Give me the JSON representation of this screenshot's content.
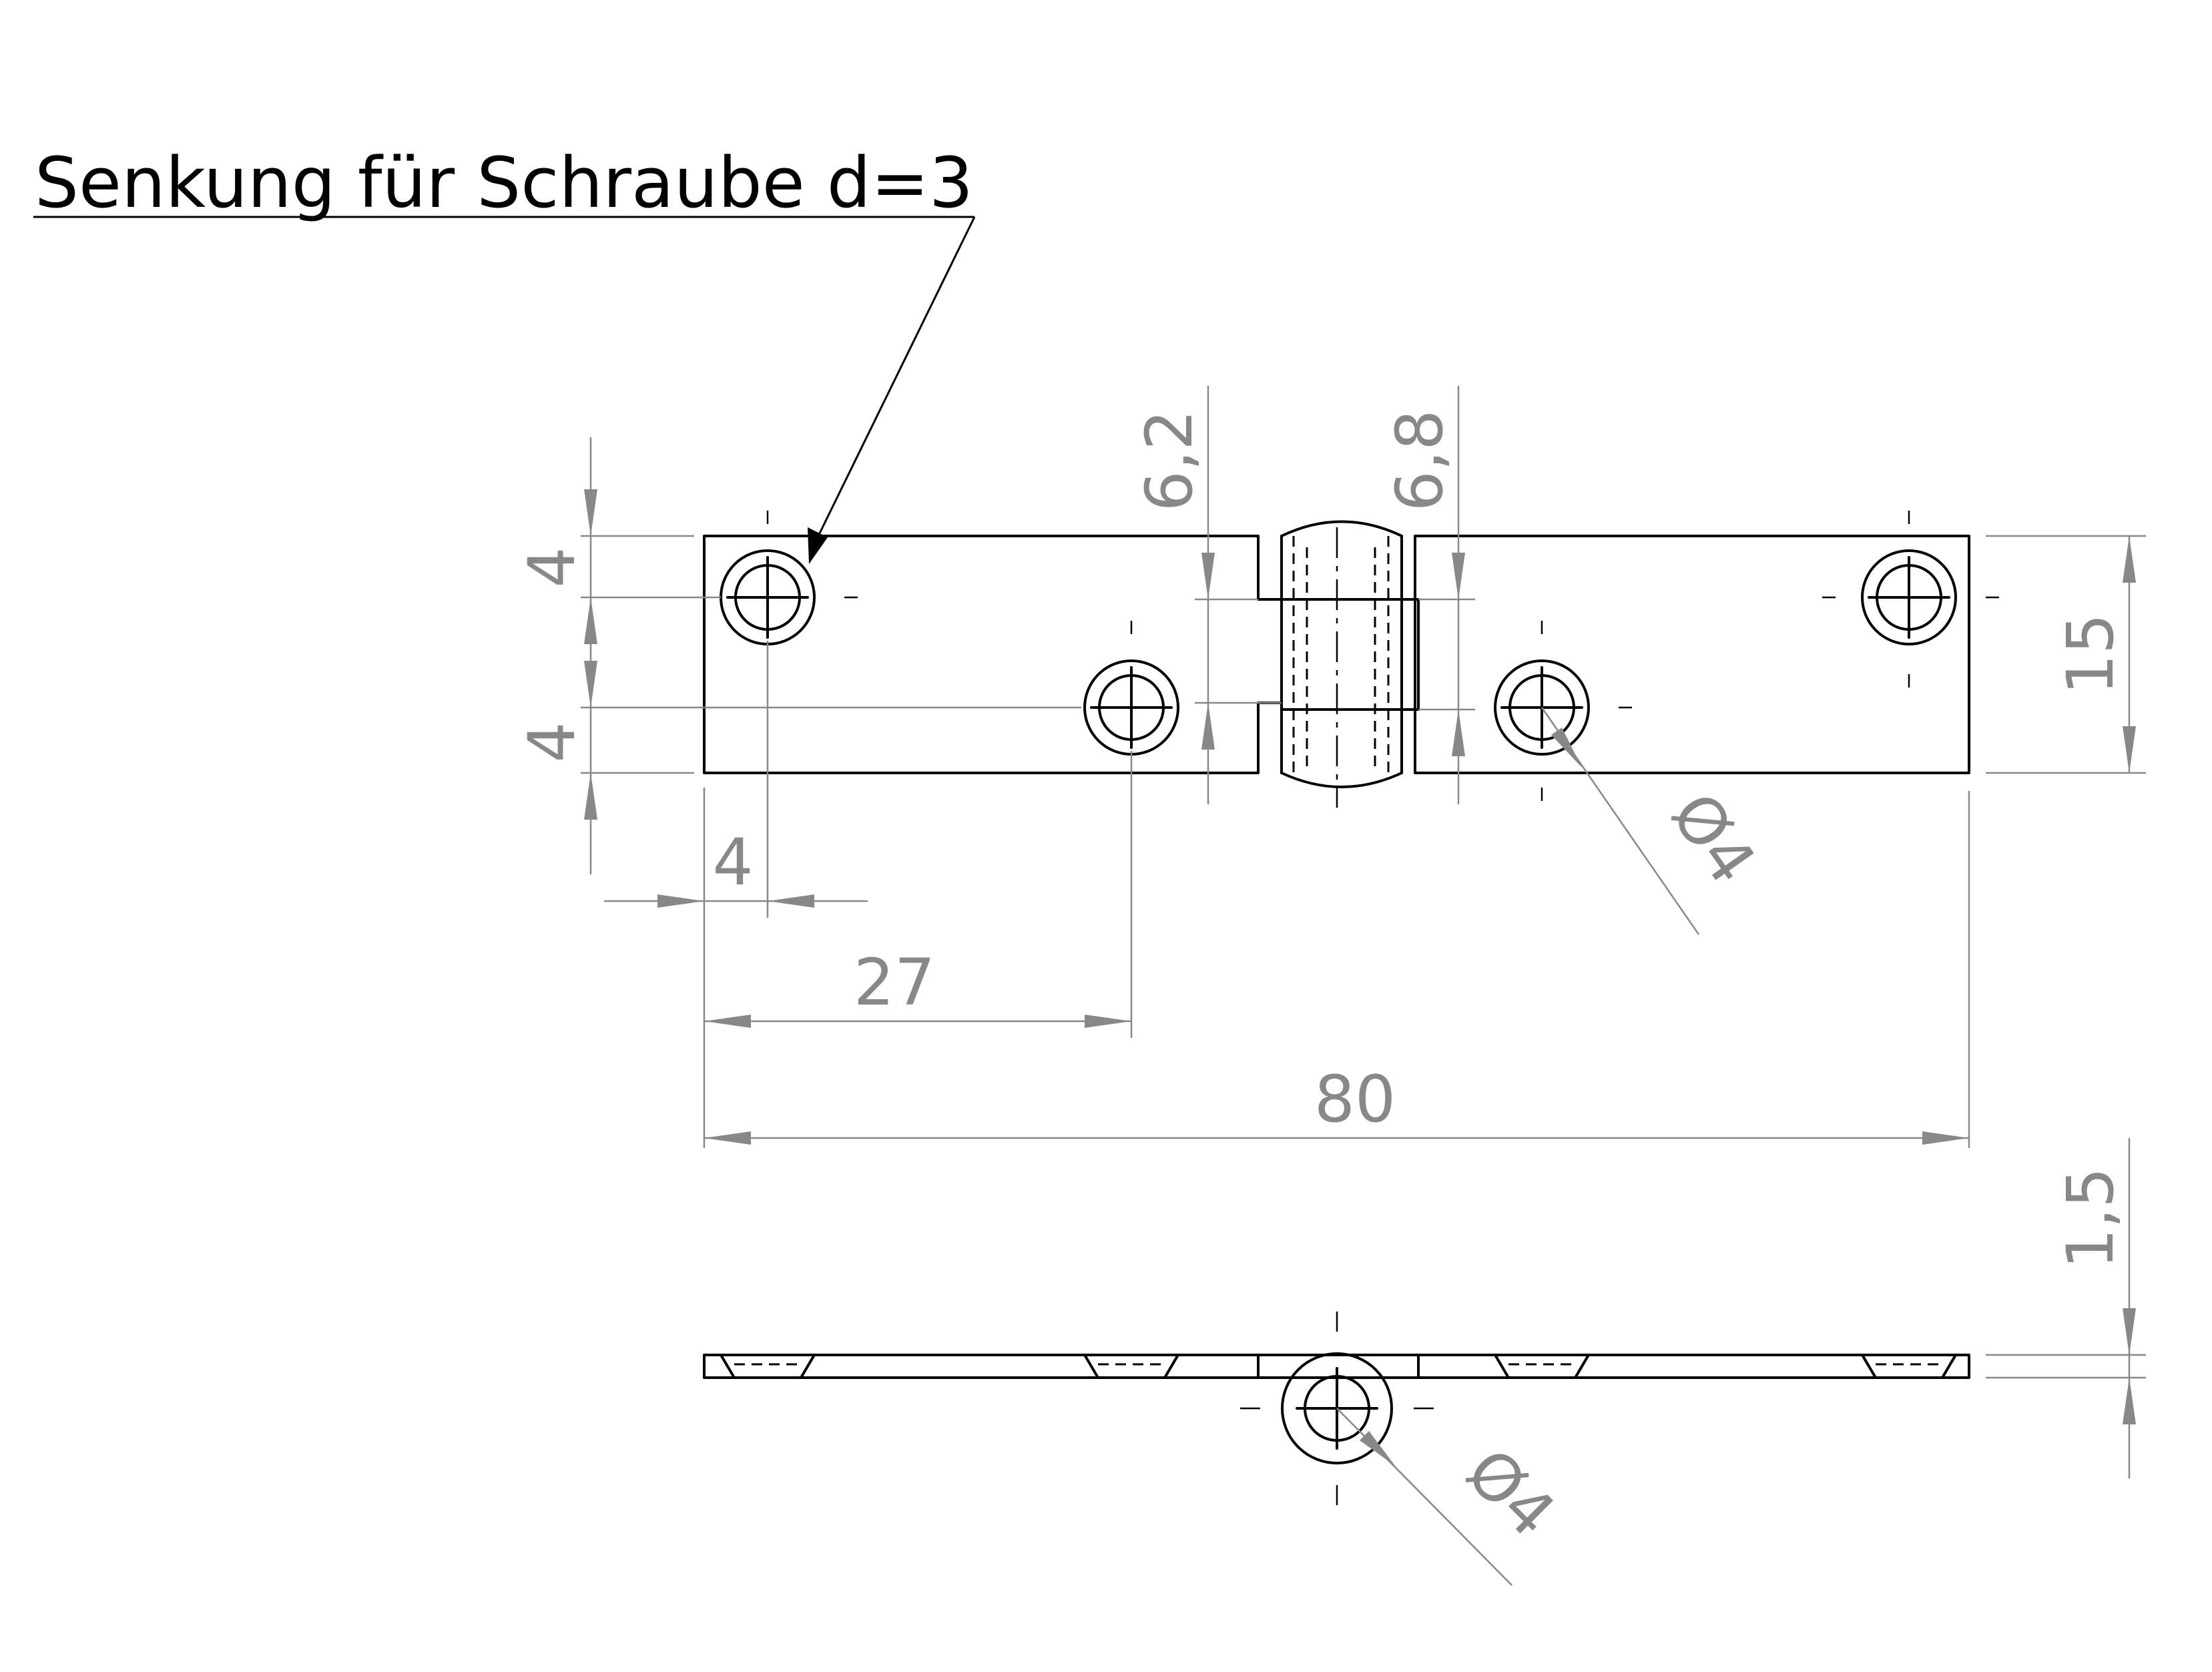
{
  "note": {
    "text": "Senkung für Schraube d=3"
  },
  "dimensions": {
    "hole_spacing_top": "4",
    "hole_spacing_bottom": "4",
    "hole_offset_x": "4",
    "second_hole_x": "27",
    "overall_length": "80",
    "knuckle_left": "6,2",
    "knuckle_right": "6,8",
    "overall_width": "15",
    "thickness": "1,5",
    "hole_diameter_top": "Ø4",
    "pin_diameter_side": "Ø4"
  },
  "colors": {
    "outline": "#000000",
    "dimension": "#888888",
    "background": "#ffffff"
  }
}
